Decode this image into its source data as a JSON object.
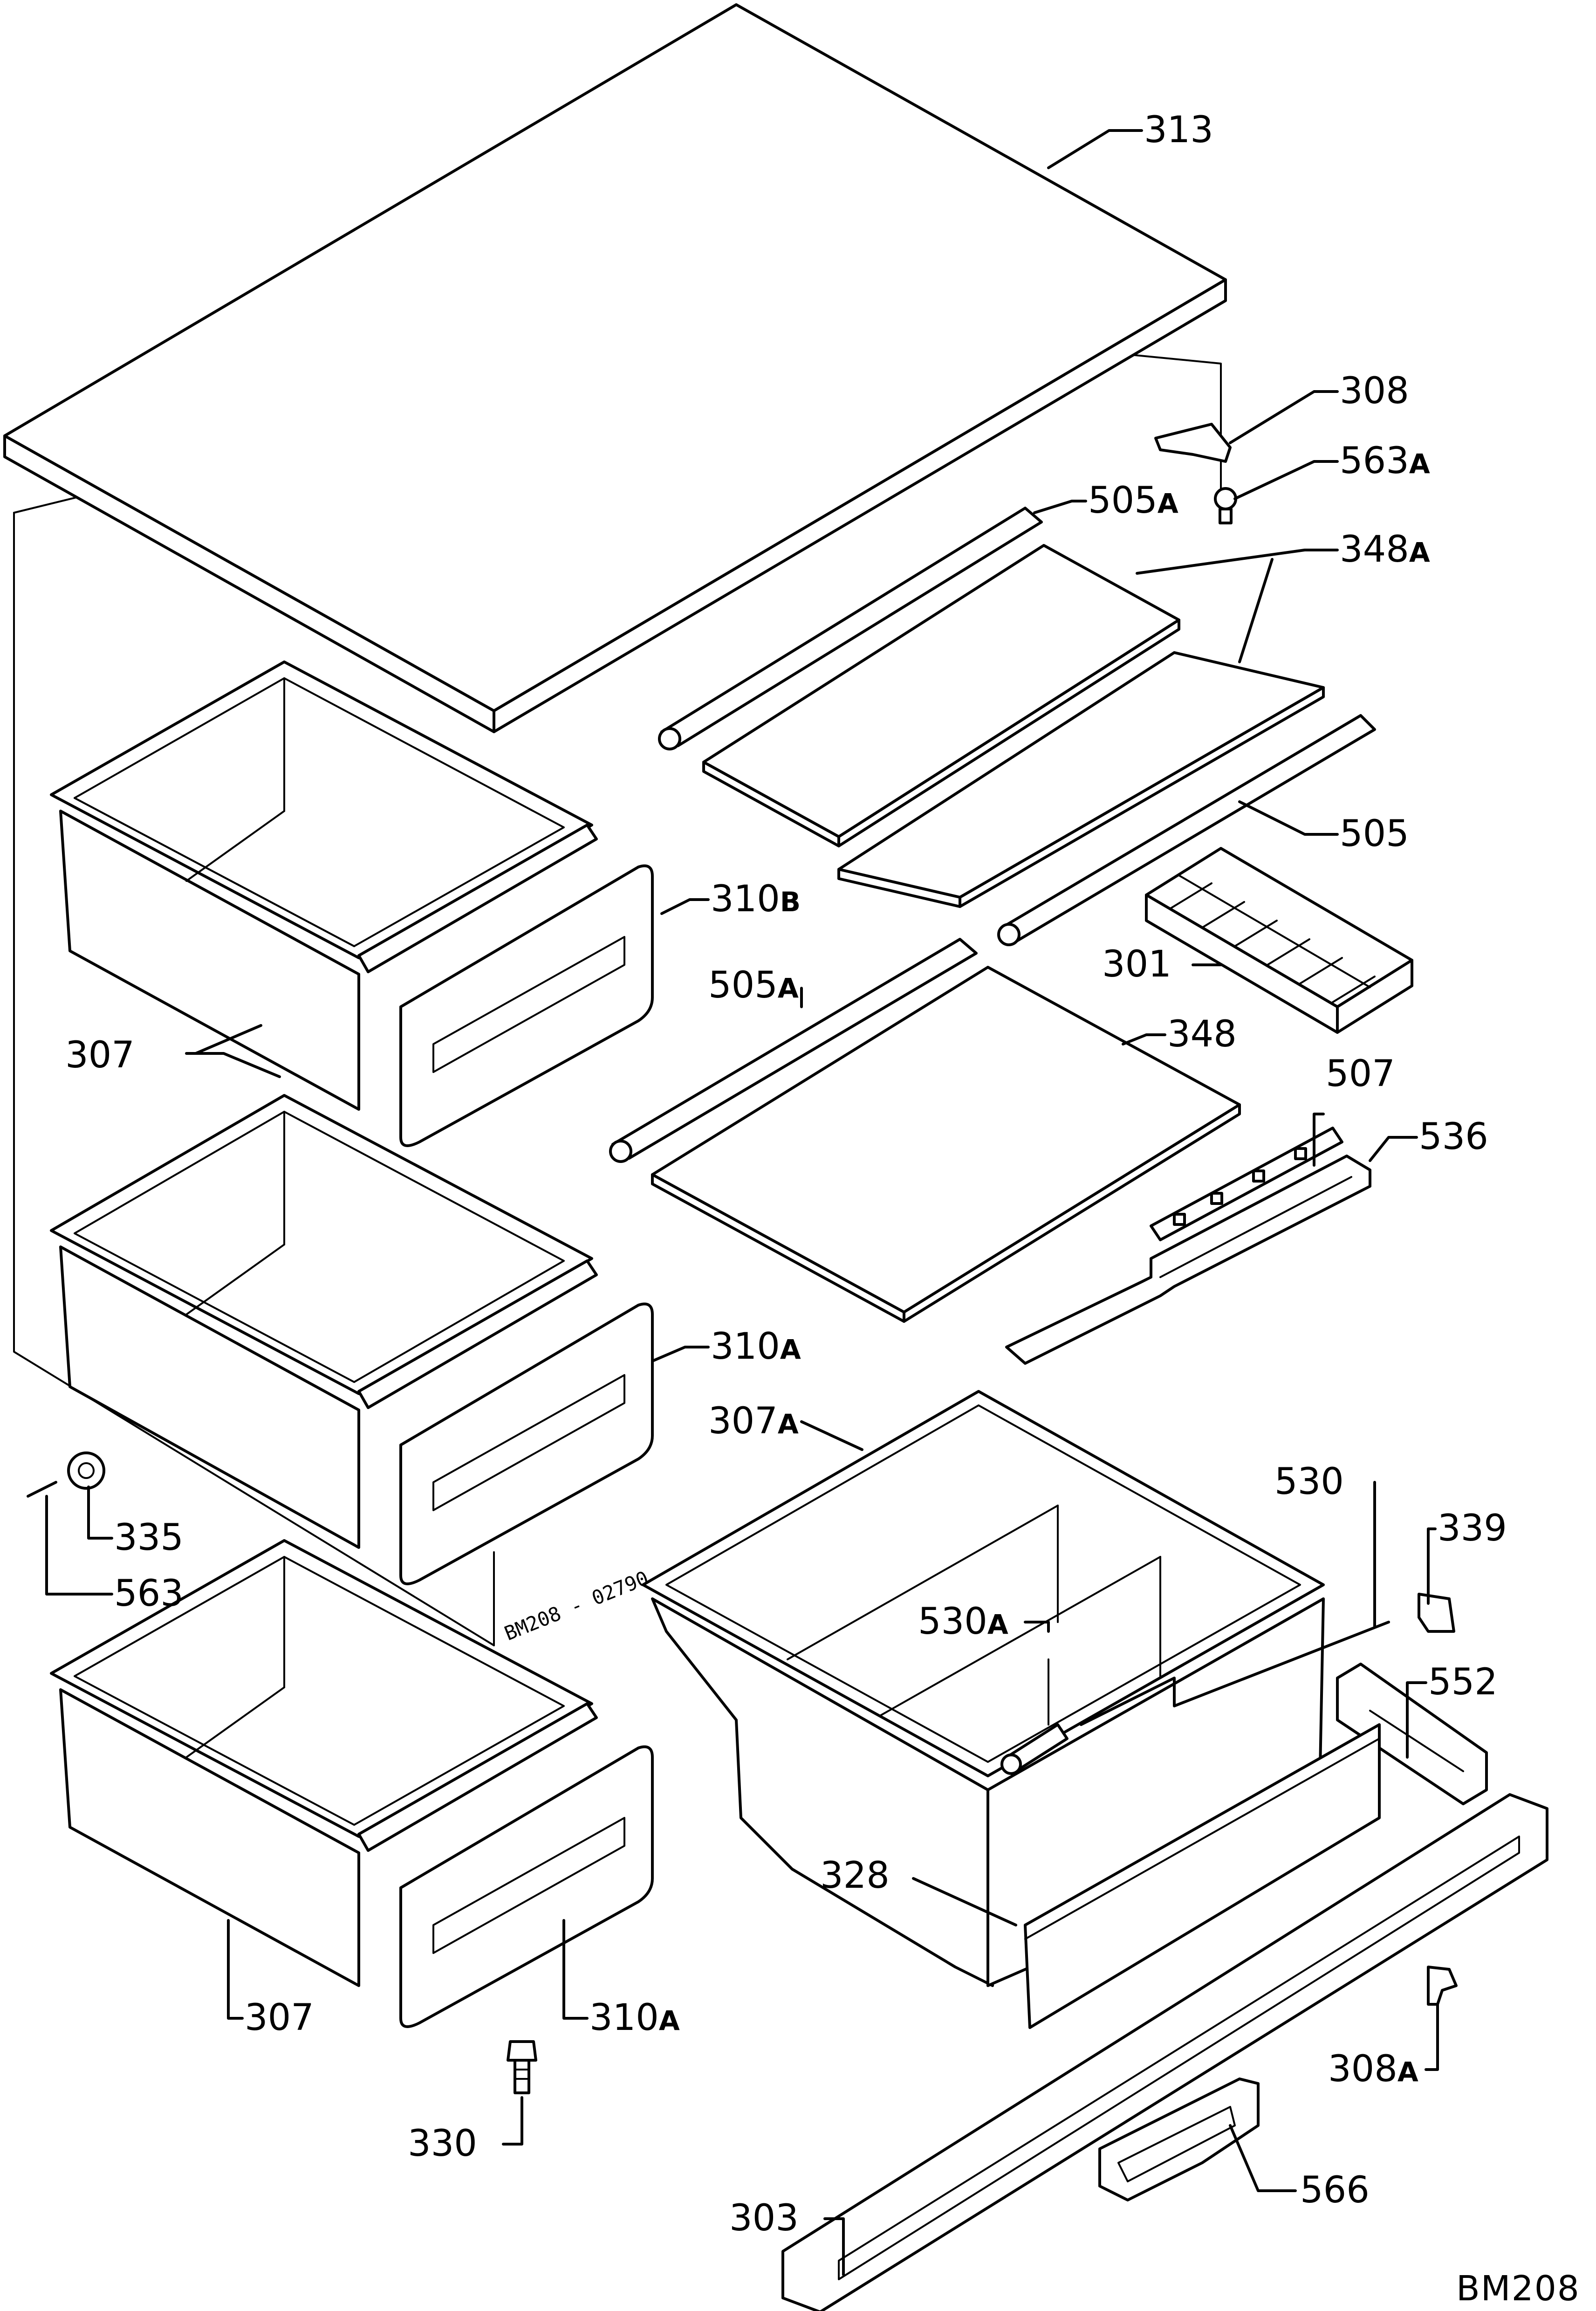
{
  "diagram_code": "BM208",
  "stamp": "BM208 - 02790",
  "labels": {
    "l313": "313",
    "l308": "308",
    "l563A": {
      "num": "563",
      "suffix": "A"
    },
    "l505A_top": {
      "num": "505",
      "suffix": "A"
    },
    "l348A": {
      "num": "348",
      "suffix": "A"
    },
    "l505": "505",
    "l310B": {
      "num": "310",
      "suffix": "B"
    },
    "l301": "301",
    "l505A_mid": {
      "num": "505",
      "suffix": "A"
    },
    "l348": "348",
    "l307_top": "307",
    "l507": "507",
    "l536": "536",
    "l310A_mid": {
      "num": "310",
      "suffix": "A"
    },
    "l307A": {
      "num": "307",
      "suffix": "A"
    },
    "l530": "530",
    "l339": "339",
    "l335": "335",
    "l530A": {
      "num": "530",
      "suffix": "A"
    },
    "l563": "563",
    "l552": "552",
    "l328": "328",
    "l307_bot": "307",
    "l310A_bot": {
      "num": "310",
      "suffix": "A"
    },
    "l308A": {
      "num": "308",
      "suffix": "A"
    },
    "l330": "330",
    "l303": "303",
    "l566": "566"
  }
}
